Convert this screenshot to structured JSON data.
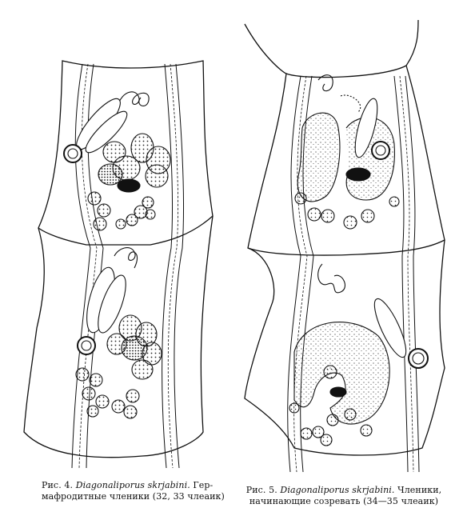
{
  "page_header": "",
  "figures": [
    {
      "label": "Рис. 4.",
      "species": "Diagonaliporus skrjabini.",
      "caption_rest_line1": "Гер-",
      "caption_line2": "мафродитные членики (32, 33 члеаик)"
    },
    {
      "label": "Рис. 5.",
      "species": "Diagonaliporus skrjabini.",
      "caption_rest_line1": "Членики,",
      "caption_line2": "начинающие созревать (34—35 члеаик)"
    }
  ],
  "icons": [
    "tapeworm-segment-drawing"
  ]
}
